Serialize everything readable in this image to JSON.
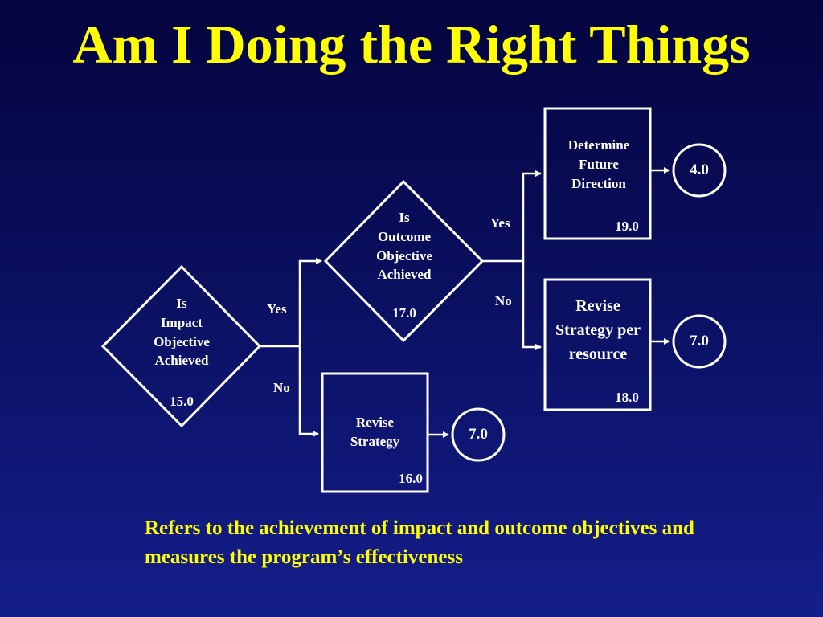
{
  "title": "Am I Doing the Right Things",
  "nodes": {
    "impact_decision": {
      "text": "Is\nImpact\nObjective\nAchieved",
      "number": "15.0"
    },
    "outcome_decision": {
      "text": "Is\nOutcome\nObjective\nAchieved",
      "number": "17.0"
    },
    "revise_strategy": {
      "text": "Revise\nStrategy",
      "number": "16.0"
    },
    "determine_future": {
      "text": "Determine\nFuture\nDirection",
      "number": "19.0"
    },
    "revise_per_resource": {
      "text": "Revise\nStrategy per\nresource",
      "number": "18.0"
    }
  },
  "circles": {
    "future_target": "4.0",
    "resource_target": "7.0",
    "strategy_target": "7.0"
  },
  "edges": {
    "impact_yes": "Yes",
    "impact_no": "No",
    "outcome_yes": "Yes",
    "outcome_no": "No"
  },
  "colors": {
    "title": "#ffff00",
    "caption": "#ffff00",
    "lines": "#ffffff"
  },
  "caption": "Refers to the achievement of impact and outcome objectives and measures the program’s effectiveness"
}
